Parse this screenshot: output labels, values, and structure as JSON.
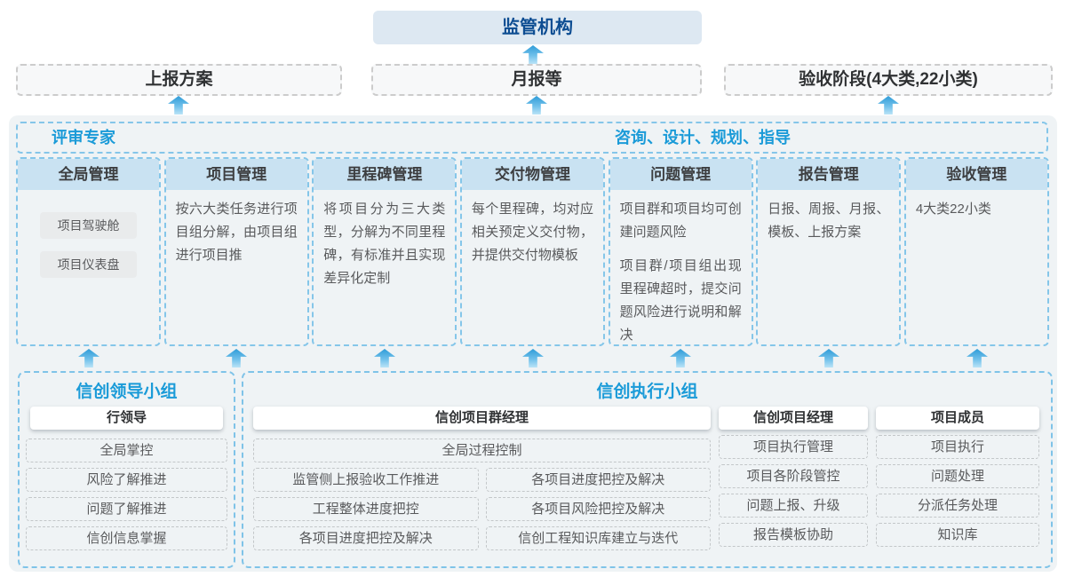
{
  "top": {
    "regulator": "监管机构"
  },
  "row2": [
    {
      "label": "上报方案"
    },
    {
      "label": "月报等"
    },
    {
      "label": "验收阶段(4大类,22小类)"
    }
  ],
  "experts": {
    "left": "评审专家",
    "right": "咨询、设计、规划、指导"
  },
  "columns": [
    {
      "title": "全局管理",
      "chips": [
        "项目驾驶舱",
        "项目仪表盘"
      ]
    },
    {
      "title": "项目管理",
      "body": "按六大类任务进行项目组分解，由项目组进行项目推"
    },
    {
      "title": "里程碑管理",
      "body": "将项目分为三大类型，分解为不同里程碑，有标准并且实现差异化定制"
    },
    {
      "title": "交付物管理",
      "body": "每个里程碑，均对应相关预定义交付物，并提供交付物模板"
    },
    {
      "title": "问题管理",
      "paragraphs": [
        "项目群和项目均可创建问题风险",
        "项目群/项目组出现里程碑超时，提交问题风险进行说明和解决"
      ]
    },
    {
      "title": "报告管理",
      "body": "日报、周报、月报、模板、上报方案"
    },
    {
      "title": "验收管理",
      "body": "4大类22小类"
    }
  ],
  "leadership": {
    "title": "信创领导小组",
    "role": "行领导",
    "items": [
      "全局掌控",
      "风险了解推进",
      "问题了解推进",
      "信创信息掌握"
    ]
  },
  "execution": {
    "title": "信创执行小组",
    "groups": [
      {
        "role": "信创项目群经理",
        "full_item": "全局过程控制",
        "rows": [
          [
            "监管侧上报验收工作推进",
            "各项目进度把控及解决"
          ],
          [
            "工程整体进度把控",
            "各项目风险把控及解决"
          ],
          [
            "各项目进度把控及解决",
            "信创工程知识库建立与迭代"
          ]
        ]
      },
      {
        "role": "信创项目经理",
        "items": [
          "项目执行管理",
          "项目各阶段管控",
          "问题上报、升级",
          "报告模板协助"
        ]
      },
      {
        "role": "项目成员",
        "items": [
          "项目执行",
          "问题处理",
          "分派任务处理",
          "知识库"
        ]
      }
    ]
  },
  "colors": {
    "accent_blue": "#1b9bd8",
    "dark_blue": "#0d4d92",
    "column_band_blue": "#c9e2f2",
    "dashed_blue_border": "#85c6e9",
    "arrow_blue": "#2f9cd8",
    "panel_gray": "#eff3f5"
  }
}
